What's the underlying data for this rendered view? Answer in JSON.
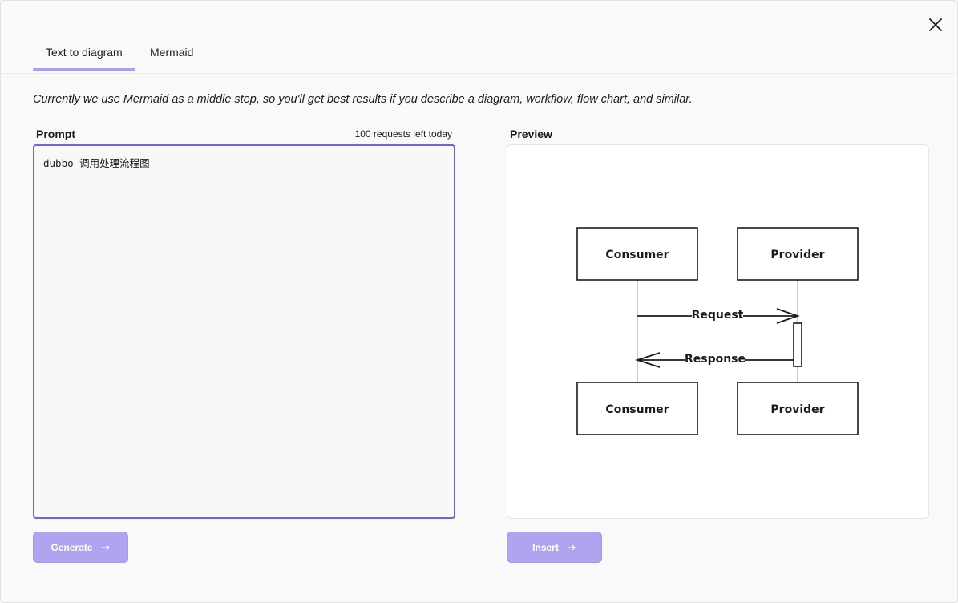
{
  "dialog": {
    "close_icon": "close-icon",
    "tabs": [
      {
        "label": "Text to diagram",
        "active": true
      },
      {
        "label": "Mermaid",
        "active": false
      }
    ],
    "description": "Currently we use Mermaid as a middle step, so you'll get best results if you describe a diagram, workflow, flow chart, and similar.",
    "prompt": {
      "label": "Prompt",
      "requests_left": "100 requests left today",
      "value": "dubbo 调用处理流程图"
    },
    "preview": {
      "label": "Preview",
      "diagram": {
        "participants": [
          "Consumer",
          "Provider"
        ],
        "messages": [
          {
            "from": "Consumer",
            "to": "Provider",
            "label": "Request"
          },
          {
            "from": "Provider",
            "to": "Consumer",
            "label": "Response"
          }
        ]
      }
    },
    "buttons": {
      "generate": "Generate",
      "insert": "Insert"
    },
    "colors": {
      "accent": "#6965db",
      "button_bg": "#b0a4f0"
    }
  }
}
